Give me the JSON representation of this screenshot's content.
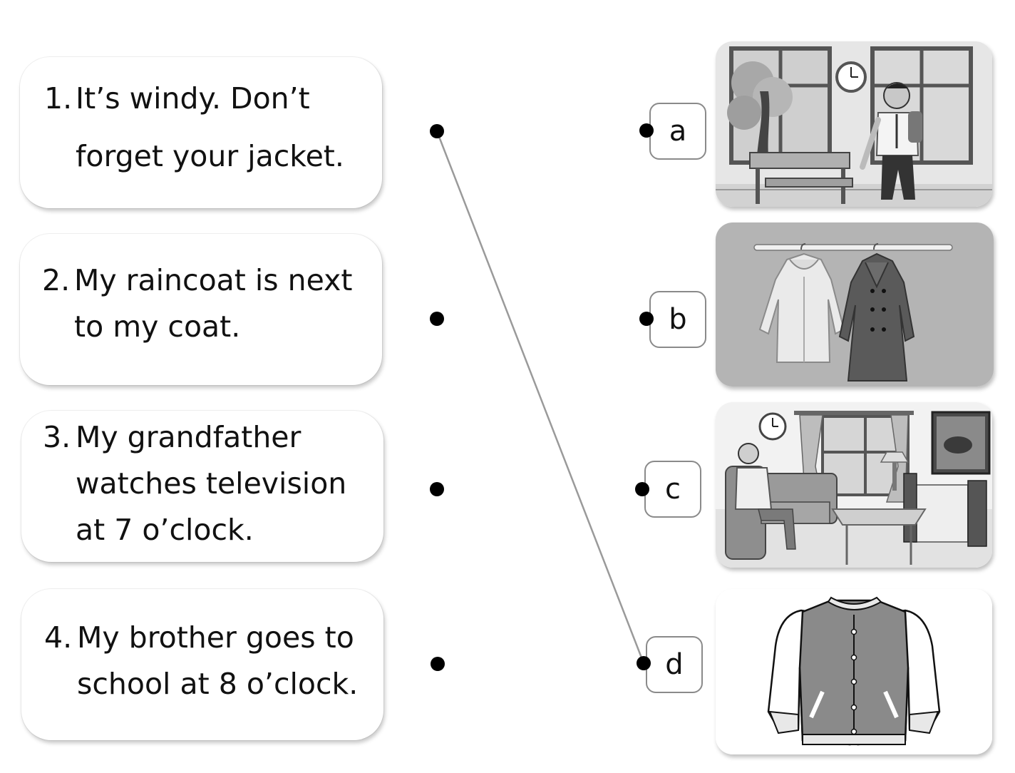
{
  "sentences": [
    {
      "number": "1.",
      "lines": [
        "It’s windy. Don’t",
        "forget your jacket."
      ]
    },
    {
      "number": "2.",
      "lines": [
        "My raincoat is next",
        "to my coat."
      ]
    },
    {
      "number": "3.",
      "lines": [
        "My grandfather",
        "watches television",
        "at 7 o’clock."
      ]
    },
    {
      "number": "4.",
      "lines": [
        "My brother goes to",
        "school at 8 o’clock."
      ]
    }
  ],
  "options": [
    {
      "letter": "a",
      "picture": "boy-arriving-at-classroom-with-clock"
    },
    {
      "letter": "b",
      "picture": "raincoat-and-coat-on-rail"
    },
    {
      "letter": "c",
      "picture": "grandfather-watching-television-living-room"
    },
    {
      "letter": "d",
      "picture": "jacket"
    }
  ],
  "example_match": {
    "sentence": "1.",
    "letter": "d"
  }
}
